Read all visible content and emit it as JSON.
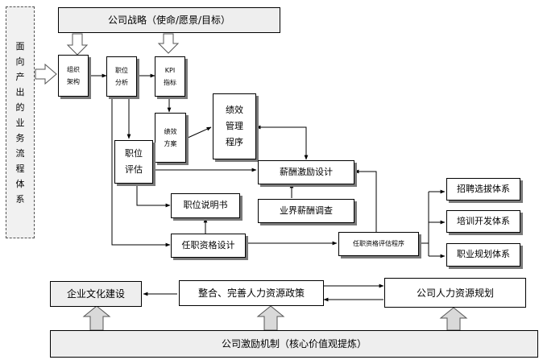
{
  "vertical_label": [
    "面",
    "向",
    "产",
    "出",
    "的",
    "业",
    "务",
    "流",
    "程",
    "体",
    "系"
  ],
  "nodes": {
    "strategy": "公司战略（使命/愿景/目标）",
    "org_structure": "组织\n架构",
    "position_analysis": "职位\n分析",
    "kpi": "KPI\n指标",
    "perf_plan": "绩效\n方案",
    "perf_mgmt": "绩效\n管理\n程序",
    "position_eval": "职位\n评估",
    "compensation_design": "薪酬激励设计",
    "salary_survey": "业界薪酬调查",
    "job_description": "职位说明书",
    "qualification_design": "任职资格设计",
    "qualification_eval": "任职资格评估程序",
    "recruit": "招聘选拔体系",
    "training": "培训开发体系",
    "career": "职业规划体系",
    "culture": "企业文化建设",
    "hr_policy": "整合、完善人力资源政策",
    "hr_planning": "公司人力资源规划",
    "incentive": "公司激励机制（核心价值观提炼）"
  }
}
